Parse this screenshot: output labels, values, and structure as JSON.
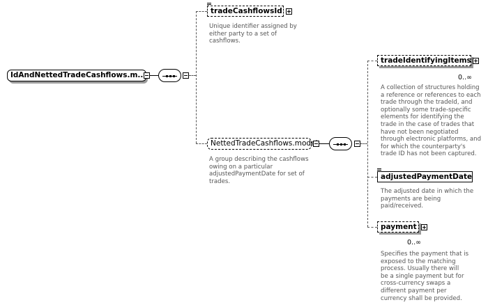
{
  "nodes": {
    "root": {
      "label": "IdAndNettedTradeCashflows.m..."
    },
    "trade_cashflows_id": {
      "label": "tradeCashflowsId",
      "description": "Unique identifier assigned by\neither party to a set of\ncashflows."
    },
    "netted_model": {
      "label": "NettedTradeCashflows.model",
      "description": "A group describing the cashflows\nowing on a particular\nadjustedPaymentDate for set of\ntrades."
    },
    "trade_identifying_items": {
      "label": "tradeIdentifyingItems",
      "cardinality": "0..∞",
      "description": "A collection of structures holding\na reference or references to each\ntrade through the tradeId, and\noptionally some trade-specific\nelements for identifying the\ntrade in the case of trades that\nhave not been negotiated\nthrough electronic platforms, and\nfor which the counterparty's\ntrade ID has not been captured."
    },
    "adjusted_payment_date": {
      "label": "adjustedPaymentDate",
      "description": "The adjusted date in which the\npayments are being\npaid/received."
    },
    "payment": {
      "label": "payment",
      "cardinality": "0..∞",
      "description": "Specifies the payment that is\nexposed to the matching\nprocess. Usually there will\nbe a single payment but for\ncross-currency swaps a\ndifferent payment per\ncurrency shall be provided."
    }
  },
  "colors": {
    "description_text": "#555555",
    "border": "#000000",
    "shadow": "#9a9a9a",
    "connector": "#555555"
  },
  "icons": {
    "collapse": "minus-box-icon",
    "expand": "plus-box-icon",
    "sequence": "sequence-compositor-icon",
    "attributes": "attributes-stack-icon"
  }
}
